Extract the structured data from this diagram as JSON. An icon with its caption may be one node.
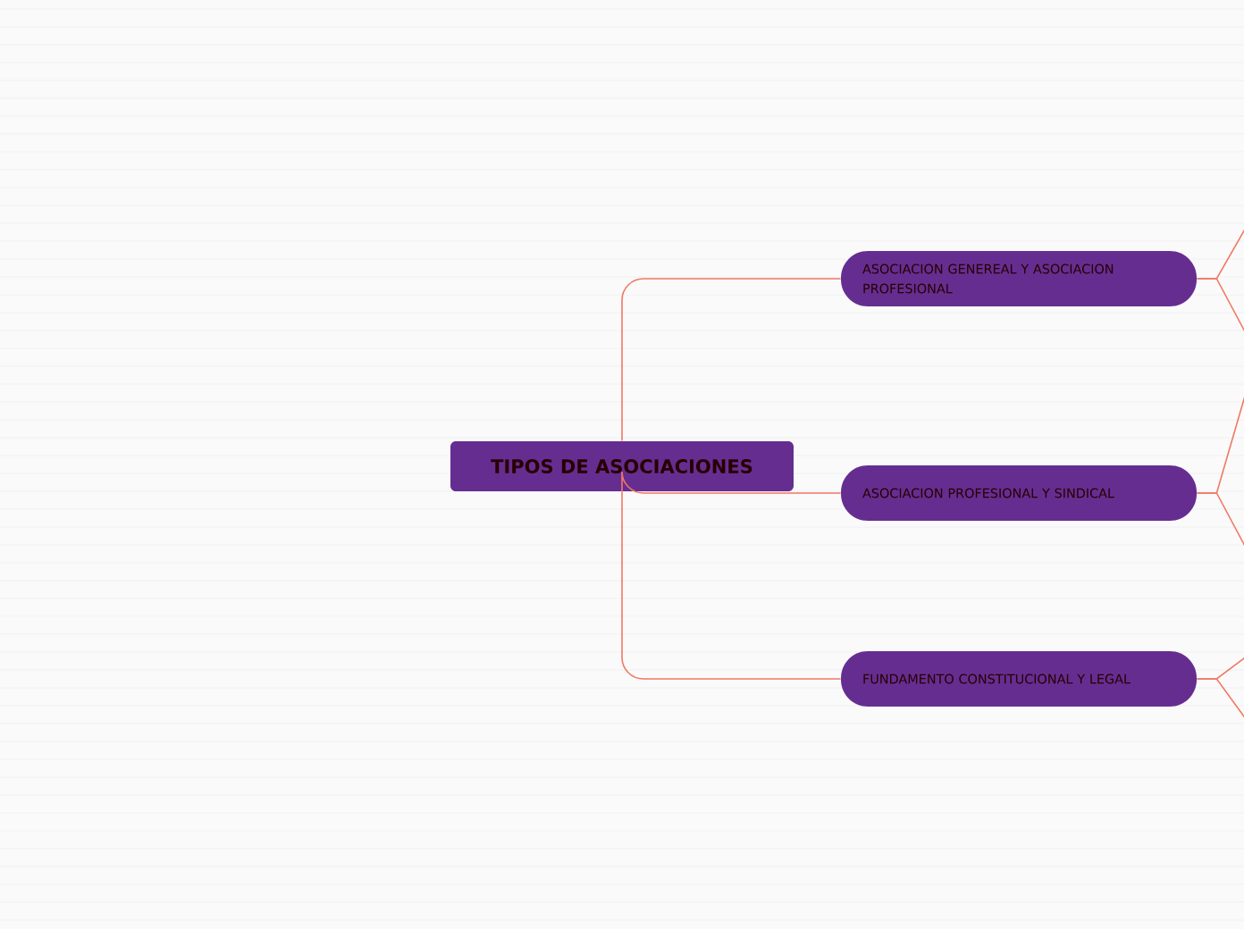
{
  "diagram": {
    "nodes": [
      {
        "text": [
          "TIPOS DE ASOCIACIONES"
        ]
      },
      {
        "text": [
          "ASOCIACION GENEREAL Y ASOCIACION PROFESIONAL"
        ]
      },
      {
        "text": [
          "ASOCIACION PROFESIONAL Y SINDICAL"
        ]
      },
      {
        "text": [
          "FUNDAMENTO CONSTITUCIONAL Y LEGAL"
        ]
      }
    ],
    "edges": [
      {
        "from": 0,
        "to": 1,
        "arrow": "none"
      },
      {
        "from": 0,
        "to": 2,
        "arrow": "none"
      },
      {
        "from": 0,
        "to": 3,
        "arrow": "none"
      },
      {
        "from": 1,
        "to": null,
        "arrow": "none"
      },
      {
        "from": 1,
        "to": null,
        "arrow": "none"
      },
      {
        "from": 2,
        "to": null,
        "arrow": "none"
      },
      {
        "from": 2,
        "to": null,
        "arrow": "none"
      },
      {
        "from": 3,
        "to": null,
        "arrow": "none"
      },
      {
        "from": 3,
        "to": null,
        "arrow": "none"
      }
    ]
  }
}
